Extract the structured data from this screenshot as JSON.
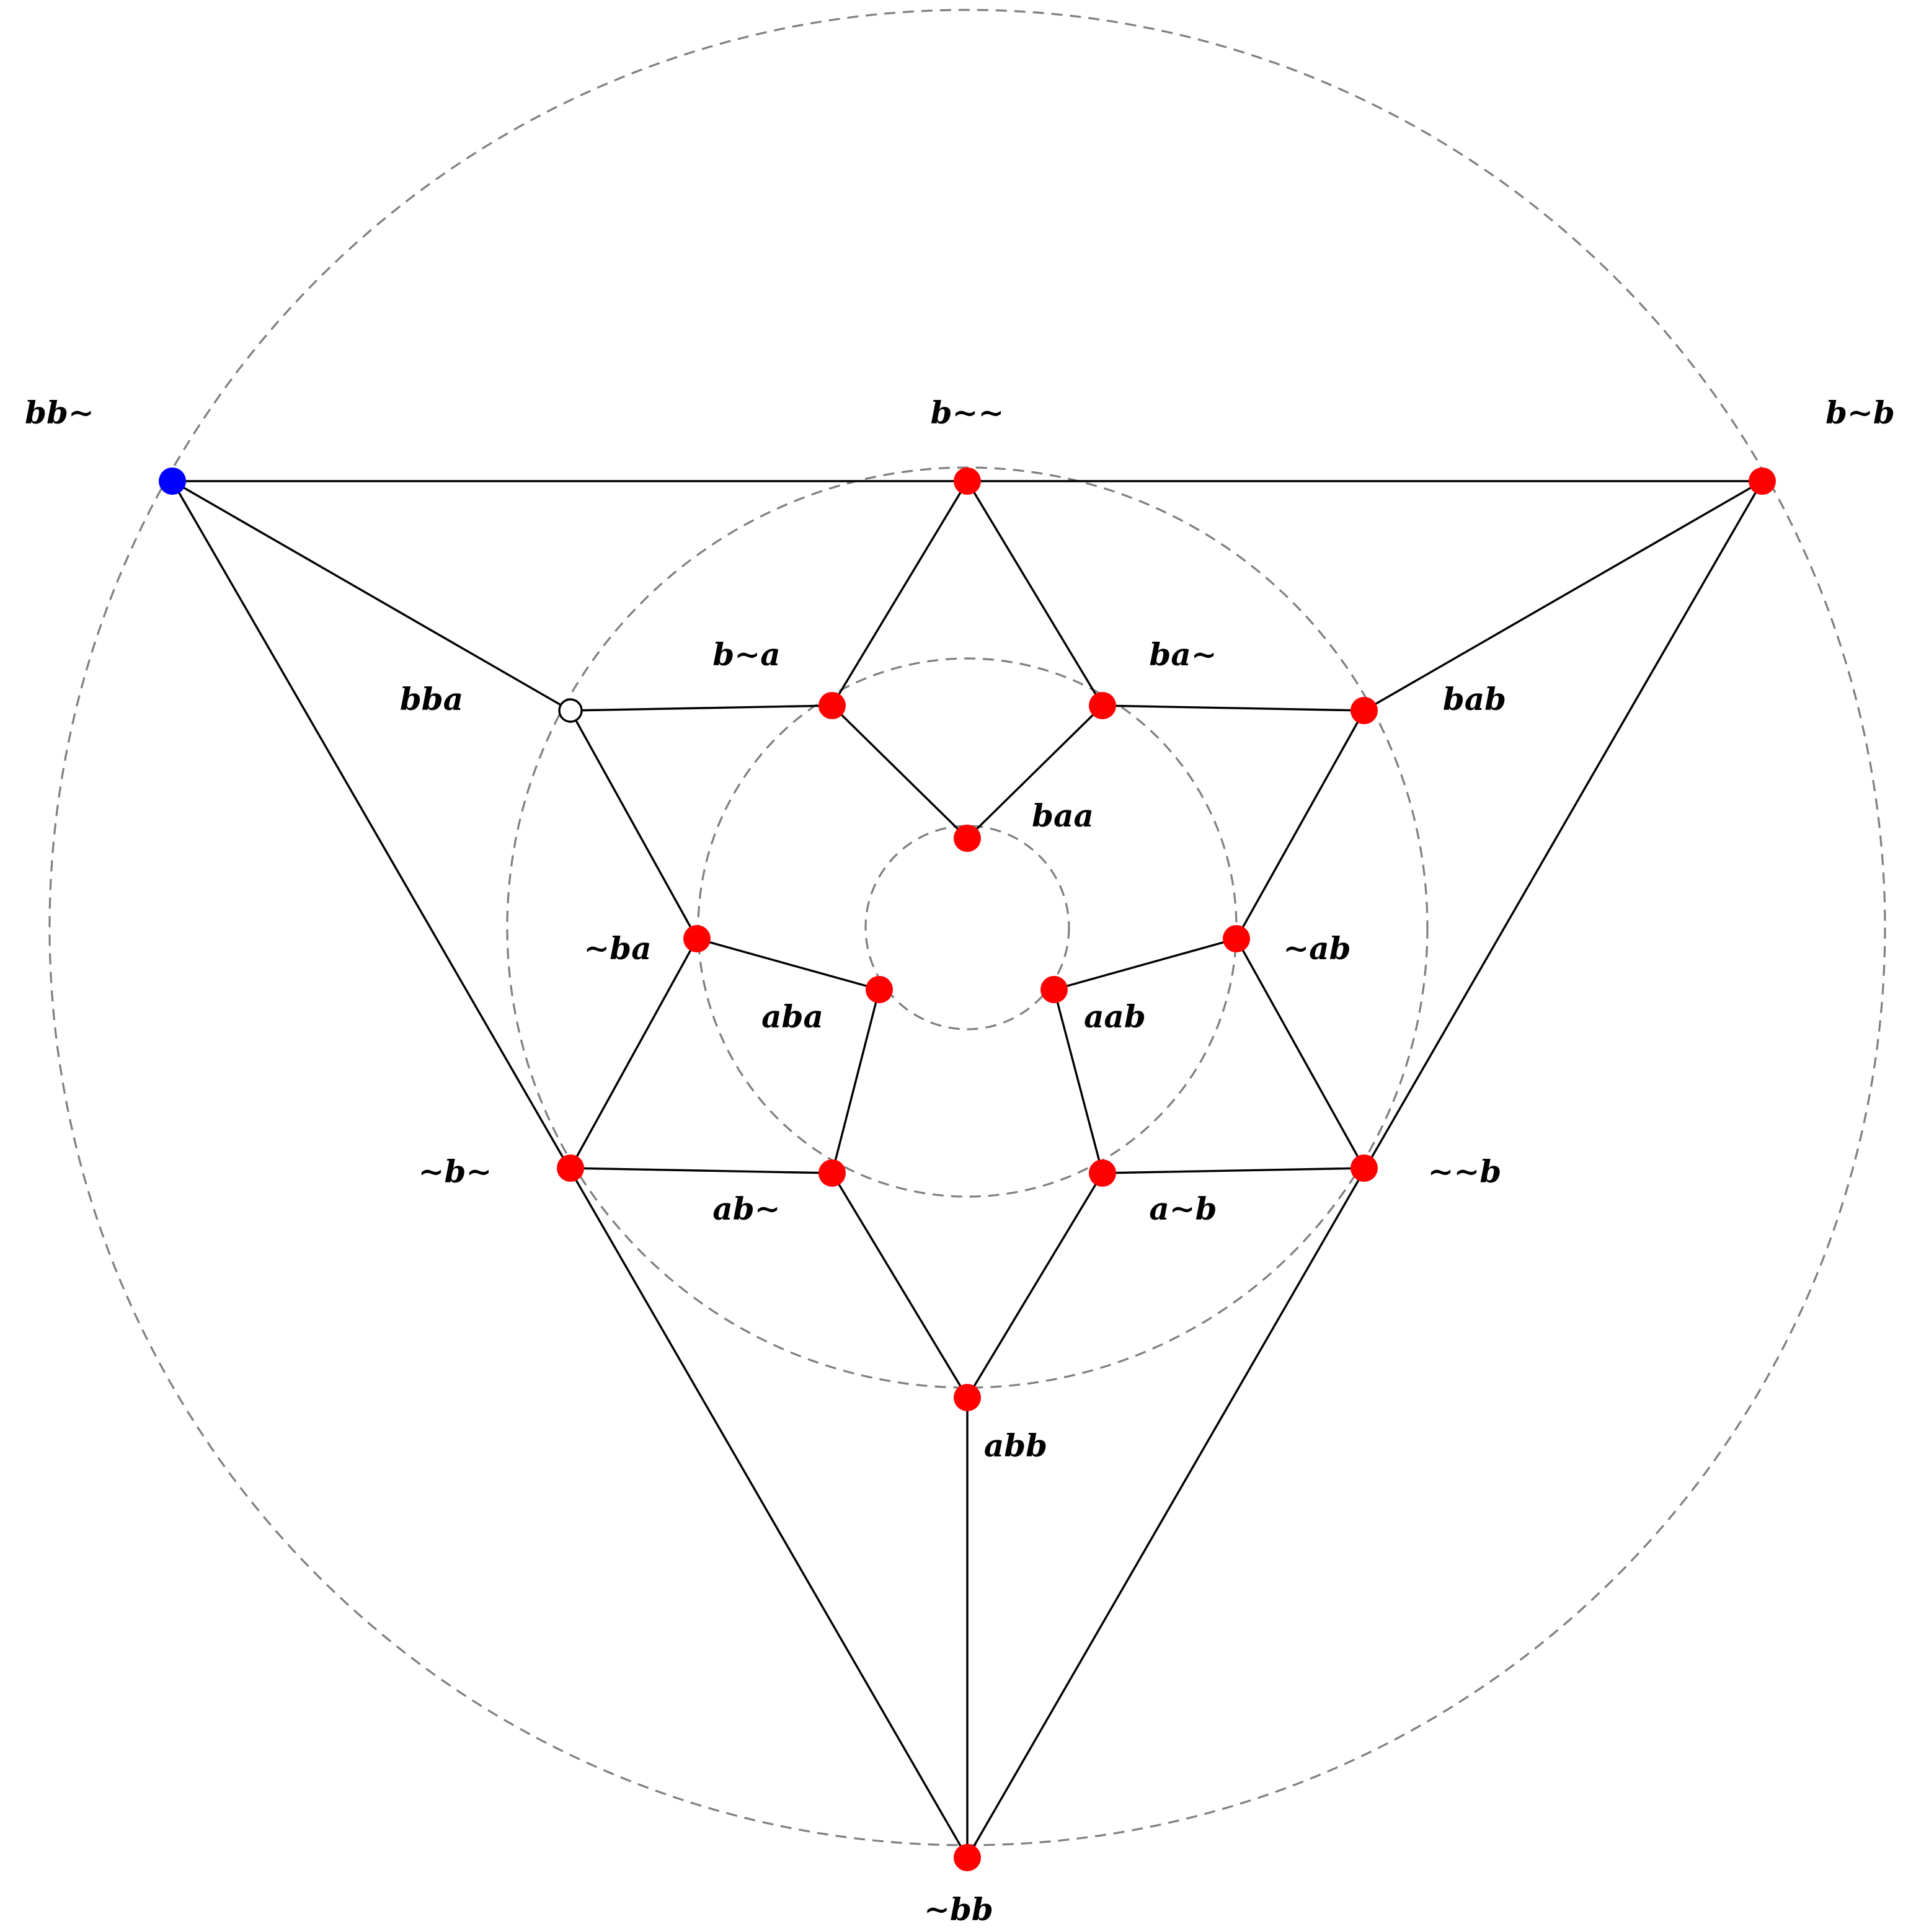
{
  "colors": {
    "background": "#ffffff",
    "ring": "#7f7f7f",
    "edge": "#000000",
    "node_red": "#ff0000",
    "node_blue": "#0000ff",
    "node_hollow": "#ffffff"
  },
  "rings": [
    "outer",
    "second",
    "third",
    "inner"
  ],
  "nodes": [
    {
      "id": "bb~",
      "label": "bb∼",
      "fill": "blue"
    },
    {
      "id": "b~~",
      "label": "b∼∼",
      "fill": "red"
    },
    {
      "id": "b~b",
      "label": "b∼b",
      "fill": "red"
    },
    {
      "id": "bba",
      "label": "bba",
      "fill": "hollow"
    },
    {
      "id": "b~a",
      "label": "b∼a",
      "fill": "red"
    },
    {
      "id": "ba~",
      "label": "ba∼",
      "fill": "red"
    },
    {
      "id": "bab",
      "label": "bab",
      "fill": "red"
    },
    {
      "id": "baa",
      "label": "baa",
      "fill": "red"
    },
    {
      "id": "~ba",
      "label": "∼ba",
      "fill": "red"
    },
    {
      "id": "~ab",
      "label": "∼ab",
      "fill": "red"
    },
    {
      "id": "aba",
      "label": "aba",
      "fill": "red"
    },
    {
      "id": "aab",
      "label": "aab",
      "fill": "red"
    },
    {
      "id": "~b~",
      "label": "∼b∼",
      "fill": "red"
    },
    {
      "id": "ab~",
      "label": "ab∼",
      "fill": "red"
    },
    {
      "id": "a~b",
      "label": "a∼b",
      "fill": "red"
    },
    {
      "id": "~~b",
      "label": "∼∼b",
      "fill": "red"
    },
    {
      "id": "abb",
      "label": "abb",
      "fill": "red"
    },
    {
      "id": "~bb",
      "label": "∼bb",
      "fill": "red"
    }
  ],
  "edges": [
    [
      "bb~",
      "b~~"
    ],
    [
      "b~~",
      "b~b"
    ],
    [
      "bb~",
      "~bb"
    ],
    [
      "b~b",
      "~bb"
    ],
    [
      "bb~",
      "bba"
    ],
    [
      "b~b",
      "bab"
    ],
    [
      "b~~",
      "b~a"
    ],
    [
      "b~~",
      "ba~"
    ],
    [
      "bba",
      "b~a"
    ],
    [
      "ba~",
      "bab"
    ],
    [
      "b~a",
      "baa"
    ],
    [
      "ba~",
      "baa"
    ],
    [
      "bba",
      "~ba"
    ],
    [
      "bab",
      "~ab"
    ],
    [
      "~ba",
      "aba"
    ],
    [
      "~ab",
      "aab"
    ],
    [
      "~ba",
      "~b~"
    ],
    [
      "~ab",
      "~~b"
    ],
    [
      "aba",
      "ab~"
    ],
    [
      "aab",
      "a~b"
    ],
    [
      "~b~",
      "ab~"
    ],
    [
      "a~b",
      "~~b"
    ],
    [
      "ab~",
      "abb"
    ],
    [
      "a~b",
      "abb"
    ],
    [
      "abb",
      "~bb"
    ]
  ]
}
